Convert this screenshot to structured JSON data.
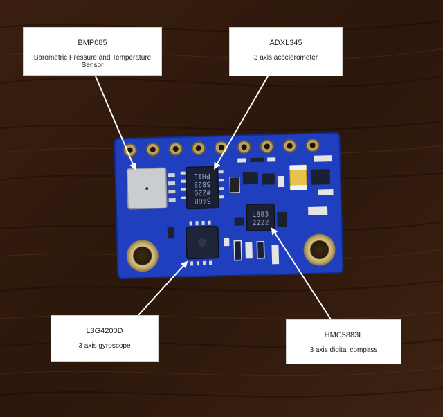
{
  "colors": {
    "pcb": "#1f3fbf",
    "wood": "#3a1f10",
    "callout_bg": "#ffffff",
    "arrow": "#ffffff"
  },
  "callouts": {
    "bmp085": {
      "name": "BMP085",
      "desc": "Barometric Pressure and Temperature Sensor"
    },
    "adxl345": {
      "name": "ADXL345",
      "desc": "3 axis accelerometer"
    },
    "l3g4200d": {
      "name": "L3G4200D",
      "desc": "3 axis gyroscope"
    },
    "hmc5883l": {
      "name": "HMC5883L",
      "desc": "3 axis digital compass"
    }
  },
  "chip_markings": {
    "adxl": [
      "PHIL",
      "5828",
      "#220",
      "3468"
    ],
    "hmc": [
      "L883",
      "2222"
    ]
  }
}
